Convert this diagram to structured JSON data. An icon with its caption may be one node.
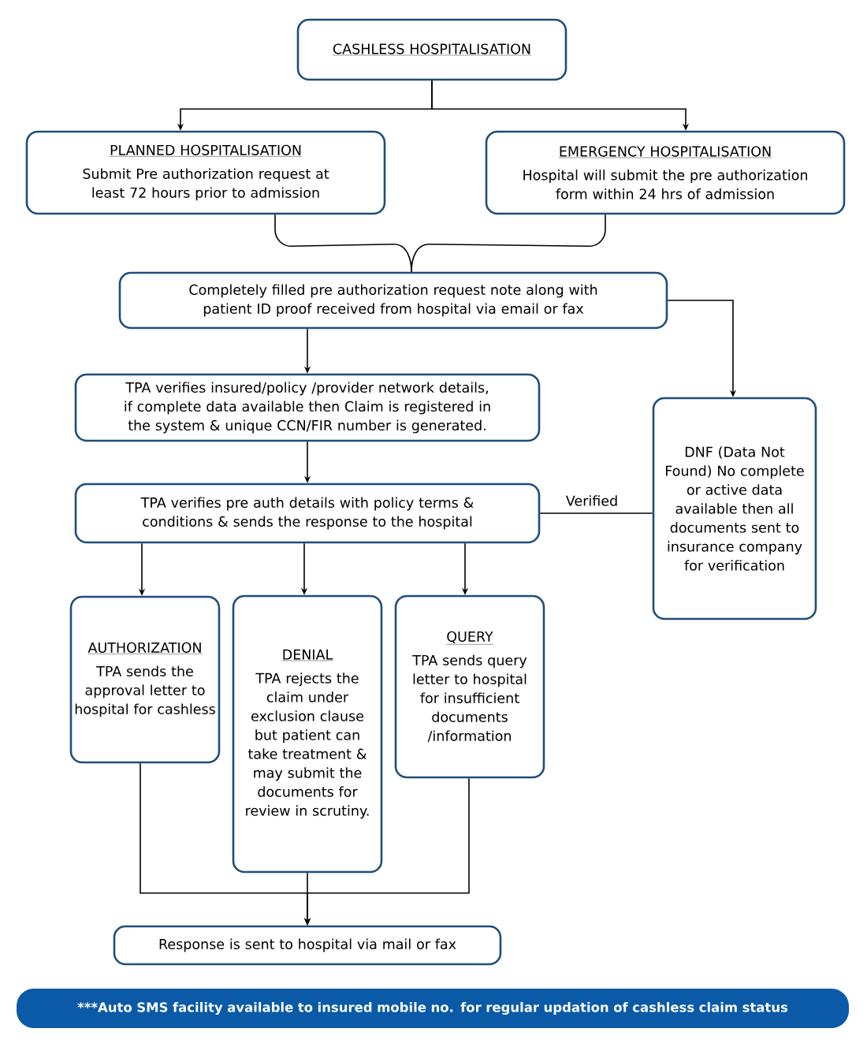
{
  "diagram": {
    "nodes": [
      {
        "text": [
          "CASHLESS HOSPITALISATION"
        ]
      },
      {
        "text": [
          "PLANNED HOSPITALISATION",
          "Submit Pre authorization request at least 72 hours prior to admission"
        ]
      },
      {
        "text": [
          "EMERGENCY HOSPITALISATION",
          "Hospital will submit the pre authorization form within 24 hrs of admission"
        ]
      },
      {
        "text": [
          "Completely filled pre authorization request note along with patient ID proof received from hospital via email or fax"
        ]
      },
      {
        "text": [
          "TPA verifies insured/policy /provider network details, if complete data available then Claim is registered in the system & unique CCN/FIR number is generated."
        ]
      },
      {
        "text": [
          "DNF (Data Not Found) No complete or active data available then all documents sent to insurance company for verification"
        ]
      },
      {
        "text": [
          "TPA verifies pre auth details with policy terms & conditions & sends the response to the hospital"
        ]
      },
      {
        "text": [
          "AUTHORIZATION",
          "TPA sends the approval letter to hospital for cashless"
        ]
      },
      {
        "text": [
          "DENIAL",
          "TPA rejects the claim under exclusion clause but patient can take treatment & may submit the documents for review in scrutiny."
        ]
      },
      {
        "text": [
          "QUERY",
          "TPA sends query letter to hospital for insufficient documents /information"
        ]
      },
      {
        "text": [
          "Response is sent to hospital via mail or fax"
        ]
      },
      {
        "text": [
          "***Auto SMS facility available to insured mobile no. for regular updation of cashless claim status"
        ]
      }
    ],
    "edges": [
      {
        "from": 0,
        "to": 1,
        "arrow": "to"
      },
      {
        "from": 0,
        "to": 2,
        "arrow": "to"
      },
      {
        "from": 1,
        "to": 3,
        "arrow": "none"
      },
      {
        "from": 2,
        "to": 3,
        "arrow": "none"
      },
      {
        "from": 3,
        "to": 4,
        "arrow": "to"
      },
      {
        "from": 3,
        "to": 5,
        "arrow": "to"
      },
      {
        "from": 4,
        "to": 6,
        "arrow": "to"
      },
      {
        "from": 5,
        "to": 6,
        "arrow": "none",
        "label": "Verified"
      },
      {
        "from": 6,
        "to": 7,
        "arrow": "to"
      },
      {
        "from": 6,
        "to": 8,
        "arrow": "to"
      },
      {
        "from": 6,
        "to": 9,
        "arrow": "to"
      },
      {
        "from": 7,
        "to": 10,
        "arrow": "to"
      },
      {
        "from": 8,
        "to": 10,
        "arrow": "to"
      },
      {
        "from": 9,
        "to": 10,
        "arrow": "to"
      }
    ]
  }
}
